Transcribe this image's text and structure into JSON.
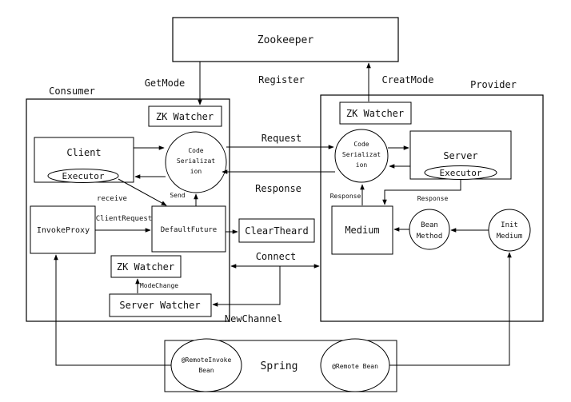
{
  "colors": {
    "stroke": "#000000",
    "text": "#111111",
    "background": "#ffffff"
  },
  "nodes": {
    "zookeeper": "Zookeeper",
    "consumer": "Consumer",
    "provider": "Provider",
    "zk_watcher_consumer": "ZK Watcher",
    "zk_watcher_provider": "ZK Watcher",
    "zk_watcher_lower": "ZK Watcher",
    "client": "Client",
    "client_executor": "Executor",
    "code_serialization_consumer": [
      "Code",
      "Serializat",
      "ion"
    ],
    "code_serialization_provider": [
      "Code",
      "Serializat",
      "ion"
    ],
    "server": "Server",
    "server_executor": "Executor",
    "invoke_proxy": "InvokeProxy",
    "default_future": "DefaultFuture",
    "clear_thread": "ClearTheard",
    "medium": "Medium",
    "bean_method": [
      "Bean",
      "Method"
    ],
    "init_medium": [
      "Init",
      "Medium"
    ],
    "server_watcher": "Server Watcher",
    "spring": "Spring",
    "remote_invoke_bean": [
      "@RemoteInvoke",
      "Bean"
    ],
    "remote_bean": "@Remote Bean"
  },
  "edge_labels": {
    "get_mode": "GetMode",
    "register": "Register",
    "creat_mode": "CreatMode",
    "request": "Request",
    "response_main": "Response",
    "response_left": "Response",
    "response_right": "Response",
    "receive": "receive",
    "send": "Send",
    "client_request": "ClientRequest",
    "mode_change": "ModeChange",
    "connect": "Connect",
    "new_channel": "NewChannel"
  }
}
